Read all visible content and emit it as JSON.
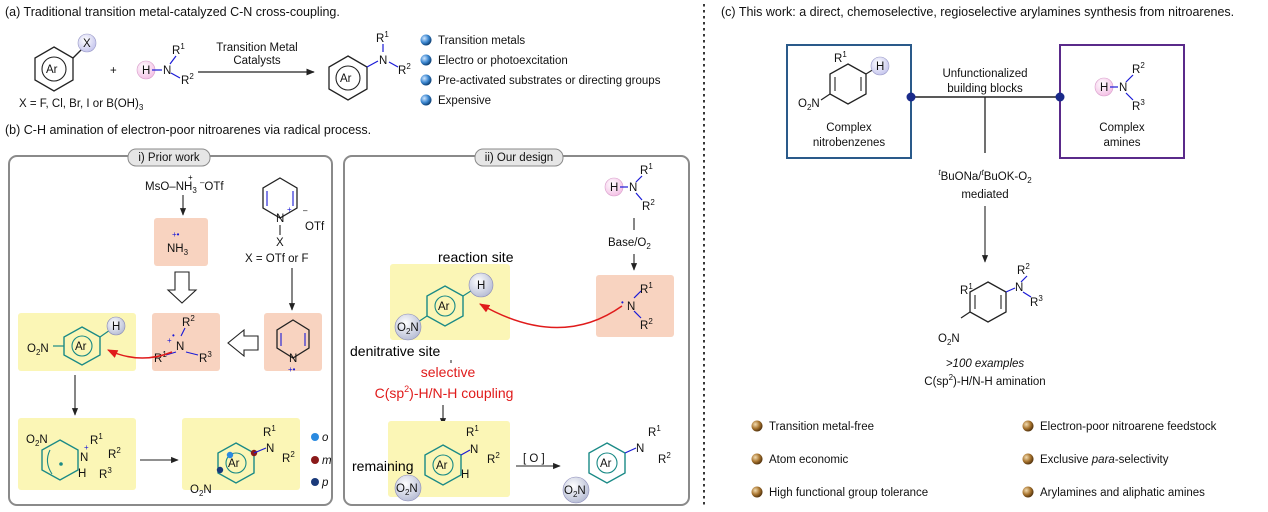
{
  "sections": {
    "a": {
      "header": "(a) Traditional transition metal-catalyzed C-N cross-coupling.",
      "x_label": "X",
      "ar_label": "Ar",
      "plus": "+",
      "h_label": "H",
      "n_label": "N",
      "r1": "R",
      "r1_sup": "1",
      "r2": "R",
      "r2_sup": "2",
      "reagent_line1": "Transition Metal",
      "reagent_line2": "Catalysts",
      "x_definition": "X = F, Cl, Br, I or B(OH)",
      "x_definition_sub": "3",
      "bullets": [
        "Transition metals",
        "Electro or photoexcitation",
        "Pre-activated substrates or directing groups",
        "Expensive"
      ]
    },
    "b": {
      "header": "(b) C-H amination of electron-poor nitroarenes via radical process.",
      "prior_work": {
        "title": "i) Prior work",
        "reagent_mso": "MsO",
        "reagent_nh3": "NH",
        "reagent_nh3_sub": "3",
        "reagent_otf": "OTf",
        "radical_nh3": "NH",
        "radical_nh3_sub": "3",
        "pyridinium_x": "X",
        "pyridinium_otf": "OTf",
        "x_def": "X = OTf or F",
        "o2n": "O",
        "o2n_sub": "2",
        "o2n_n": "N"
      },
      "our_design": {
        "title": "ii) Our design",
        "base": "Base/O",
        "base_sub": "2",
        "reaction_site": "reaction site",
        "denitrative_site": "denitrative site",
        "selective": "selective",
        "coupling_pre": "C(sp",
        "coupling_sup": "2",
        "coupling_post": ")-H/N-H coupling",
        "remaining": "remaining",
        "oxidation": "[ O ]"
      },
      "legend": [
        {
          "label": "o",
          "color": "#2a8ae0"
        },
        {
          "label": "m",
          "color": "#8a1a1a"
        },
        {
          "label": "p",
          "color": "#1a3a7a"
        }
      ]
    },
    "c": {
      "header": "(c) This work: a direct, chemoselective, regioselective arylamines synthesis from nitroarenes.",
      "left_box_line1": "Complex",
      "left_box_line2": "nitrobenzenes",
      "right_box_line1": "Complex",
      "right_box_line2": "amines",
      "center_line1": "Unfunctionalized",
      "center_line2": "building blocks",
      "mediator_pre": "BuONa/",
      "mediator_mid": "BuOK-O",
      "mediator_sub": "2",
      "mediator_t": "t",
      "mediated": "mediated",
      "examples": ">100 examples",
      "amination_pre": "C(sp",
      "amination_sup": "2",
      "amination_post": ")-H/N-H amination",
      "features_left": [
        "Transition metal-free",
        "Atom economic",
        "High functional group tolerance"
      ],
      "features_right": [
        "Electron-poor nitroarene feedstock",
        "Exclusive para-selectivity",
        "Arylamines and aliphatic amines"
      ],
      "feature_para": "para",
      "feature_excl_pre": "Exclusive ",
      "feature_excl_post": "-selectivity"
    }
  },
  "colors": {
    "amine_blue": "#1a1ad6",
    "reagent_red": "#e01b1b",
    "ring_teal": "#1a8a86",
    "highlight_yellow": "#fbf6b6",
    "highlight_peach": "#f8d3c0",
    "panel_grey": "#8a8a8a",
    "box_blue": "#2a5a8a",
    "box_purple": "#5a2a8a"
  }
}
